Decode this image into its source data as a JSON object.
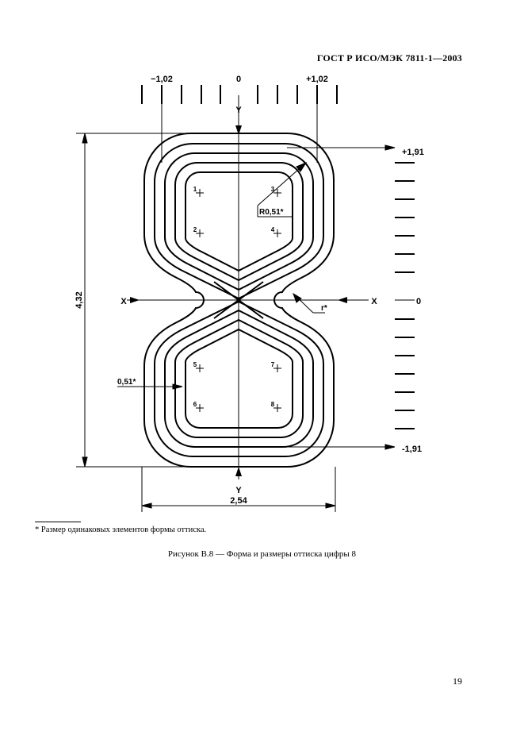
{
  "header": {
    "standard_code": "ГОСТ Р ИСО/МЭК 7811-1—2003"
  },
  "drawing": {
    "top_labels": {
      "left": "−1,02",
      "center": "0",
      "right": "+1,02"
    },
    "axis_labels": {
      "y_top": "Y",
      "y_bottom": "Y",
      "x_left": "X",
      "x_right": "X"
    },
    "right_labels": {
      "top": "+1,91",
      "middle": "0",
      "bottom": "-1,91"
    },
    "dimensions": {
      "height": "4,32",
      "width": "2,54",
      "radius": "R0,51*",
      "gap": "0,51*",
      "small_radius": "r*"
    },
    "points": [
      "1",
      "3",
      "2",
      "4",
      "5",
      "7",
      "6",
      "8"
    ]
  },
  "footnote": {
    "text": "* Размер одинаковых элементов формы оттиска."
  },
  "caption": {
    "text": "Рисунок В.8 — Форма и размеры оттиска цифры 8"
  },
  "page_number": "19"
}
